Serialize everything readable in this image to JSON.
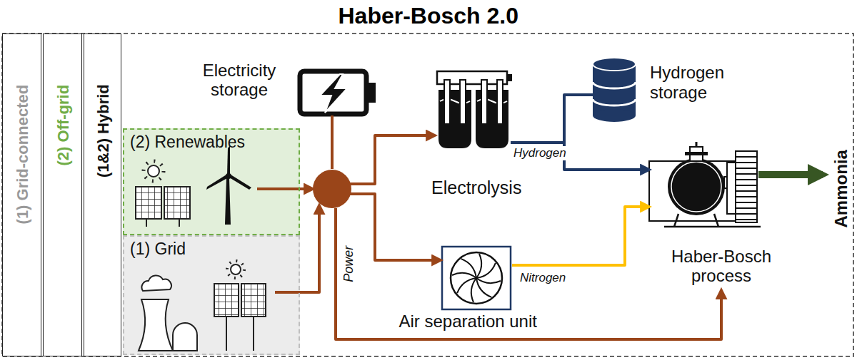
{
  "diagram": {
    "title": "Haber-Bosch 2.0",
    "nodes": [
      {
        "text": [
          "(1) Grid-connected"
        ]
      },
      {
        "text": [
          "(2) Off-grid"
        ]
      },
      {
        "text": [
          "(1&2) Hybrid"
        ]
      },
      {
        "text": [
          "Electricity storage"
        ]
      },
      {
        "text": [
          "(2) Renewables"
        ]
      },
      {
        "text": [
          "(1) Grid"
        ]
      },
      {
        "text": [
          "Power"
        ]
      },
      {
        "text": [
          "Electrolysis"
        ]
      },
      {
        "text": [
          "Hydrogen storage"
        ]
      },
      {
        "text": [
          "Air separation unit"
        ]
      },
      {
        "text": [
          "Haber-Bosch process"
        ]
      },
      {
        "text": [
          "Ammonia"
        ]
      }
    ],
    "edges": [
      {
        "from": 4,
        "to": 6,
        "arrow": "to"
      },
      {
        "from": 5,
        "to": 6,
        "arrow": "to"
      },
      {
        "from": 6,
        "to": 3,
        "arrow": "none"
      },
      {
        "from": 6,
        "to": 7,
        "arrow": "to"
      },
      {
        "from": 6,
        "to": 9,
        "arrow": "to"
      },
      {
        "from": 6,
        "to": 10,
        "arrow": "to"
      },
      {
        "from": 7,
        "to": 8,
        "arrow": "none"
      },
      {
        "from": 7,
        "to": 10,
        "label": "Hydrogen",
        "arrow": "to"
      },
      {
        "from": 9,
        "to": 10,
        "label": "Nitrogen",
        "arrow": "to"
      },
      {
        "from": 10,
        "to": 11,
        "arrow": "to"
      }
    ]
  }
}
